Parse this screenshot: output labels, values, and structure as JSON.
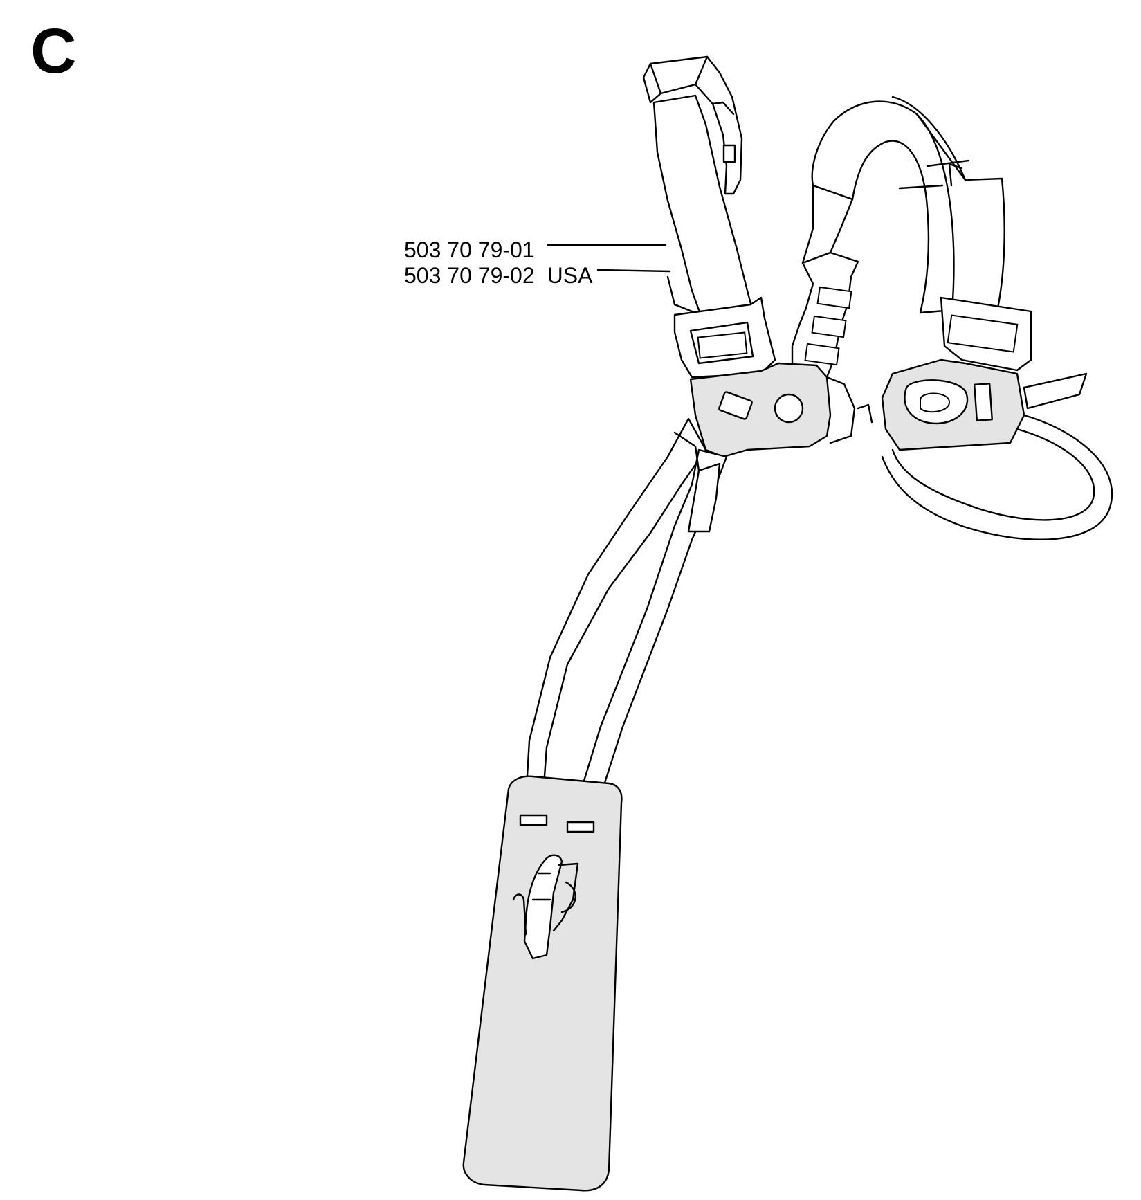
{
  "figure": {
    "section_letter": "C",
    "callouts": [
      {
        "part_number": "503 70 79-01",
        "note": ""
      },
      {
        "part_number": "503 70 79-02",
        "note": "USA"
      }
    ]
  },
  "drawing": {
    "subject_icon": "harness-icon",
    "line_color": "#000000",
    "shade_color": "#e4e4e4",
    "background": "#ffffff"
  }
}
